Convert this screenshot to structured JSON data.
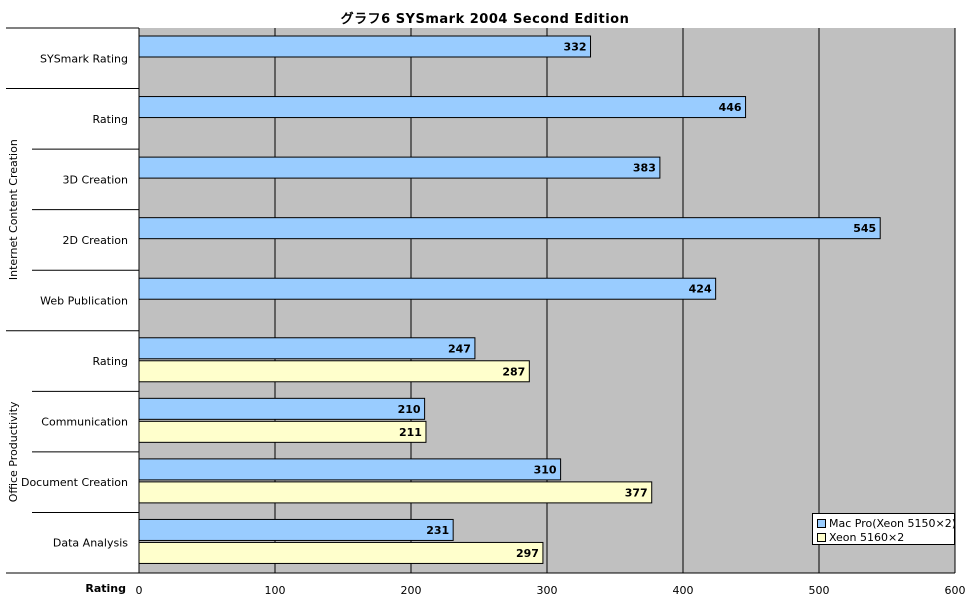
{
  "chart_data": {
    "type": "bar",
    "orientation": "horizontal",
    "title": "グラフ6  SYSmark 2004 Second Edition",
    "xlabel": "Rating",
    "xlim": [
      0,
      600
    ],
    "xticks": [
      "0",
      "100",
      "200",
      "300",
      "400",
      "500",
      "600"
    ],
    "grid": true,
    "legend_position": "bottom-right",
    "categories": [
      "SYSmark Rating",
      "Rating",
      "3D Creation",
      "2D Creation",
      "Web Publication",
      "Rating",
      "Communication",
      "Document Creation",
      "Data Analysis"
    ],
    "groups": [
      {
        "label": "Internet Content Creation",
        "from": 1,
        "to": 4
      },
      {
        "label": "Office Productivity",
        "from": 5,
        "to": 8
      }
    ],
    "series": [
      {
        "name": "Mac Pro(Xeon 5150×2)",
        "color": "#99ccff",
        "values": [
          332,
          446,
          383,
          545,
          424,
          247,
          210,
          310,
          231
        ]
      },
      {
        "name": "Xeon 5160×2",
        "color": "#ffffcc",
        "values": [
          null,
          null,
          null,
          null,
          null,
          287,
          211,
          377,
          297
        ]
      }
    ],
    "plot_background": "#c0c0c0"
  }
}
